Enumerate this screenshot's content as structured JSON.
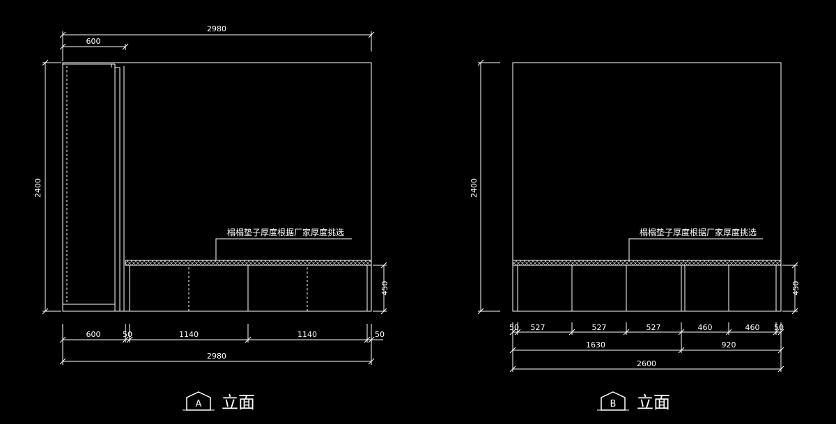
{
  "colors": {
    "background": "#000000",
    "line": "#ffffff"
  },
  "elevation_a": {
    "dims": {
      "top_overall": "2980",
      "top_left": "600",
      "height_left": "2400",
      "height_right": "450",
      "bottom_600": "600",
      "bottom_50_left": "50",
      "bottom_1140_a": "1140",
      "bottom_1140_b": "1140",
      "bottom_50_right": "50",
      "bottom_overall": "2980"
    },
    "note": "榻榻垫子厚度根据厂家厚度挑选",
    "marker": "A",
    "title": "立面"
  },
  "elevation_b": {
    "dims": {
      "height_left": "2400",
      "height_right": "450",
      "b50_left": "50",
      "b527_1": "527",
      "b527_2": "527",
      "b527_3": "527",
      "b460_1": "460",
      "b460_2": "460",
      "b50_right": "50",
      "b1630": "1630",
      "b920": "920",
      "bottom_overall": "2600"
    },
    "note": "榻榻垫子厚度根据厂家厚度挑选",
    "marker": "B",
    "title": "立面"
  }
}
